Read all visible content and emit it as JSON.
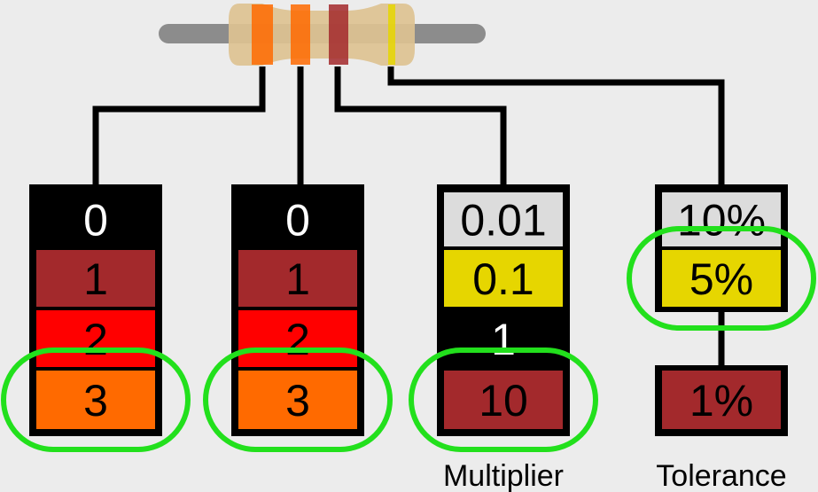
{
  "colors": {
    "background": "#ececec",
    "wire": "#000000",
    "highlight": "#22e01c",
    "resistor_body": "#ddc291",
    "resistor_lead": "#8c8c8c",
    "band_black": "#000000",
    "band_brown": "#a3292c",
    "band_red": "#ff0000",
    "band_orange": "#ff6a00",
    "band_silver": "#dcdcdc",
    "band_gold": "#e6d600"
  },
  "resistor": {
    "bands": [
      "orange",
      "orange",
      "brown",
      "gold"
    ]
  },
  "columns": {
    "digit1": {
      "cells": [
        {
          "text": "0",
          "color": "black"
        },
        {
          "text": "1",
          "color": "brown"
        },
        {
          "text": "2",
          "color": "red"
        },
        {
          "text": "3",
          "color": "orange"
        }
      ],
      "selected": "3"
    },
    "digit2": {
      "cells": [
        {
          "text": "0",
          "color": "black"
        },
        {
          "text": "1",
          "color": "brown"
        },
        {
          "text": "2",
          "color": "red"
        },
        {
          "text": "3",
          "color": "orange"
        }
      ],
      "selected": "3"
    },
    "multiplier": {
      "label": "Multiplier",
      "cells": [
        {
          "text": "0.01",
          "color": "silver"
        },
        {
          "text": "0.1",
          "color": "gold"
        },
        {
          "text": "1",
          "color": "black"
        },
        {
          "text": "10",
          "color": "brown"
        }
      ],
      "selected": "10"
    },
    "tolerance": {
      "label": "Tolerance",
      "cells": [
        {
          "text": "10%",
          "color": "silver"
        },
        {
          "text": "5%",
          "color": "gold"
        },
        {
          "text": "1%",
          "color": "brown"
        }
      ],
      "selected": "5%"
    }
  }
}
